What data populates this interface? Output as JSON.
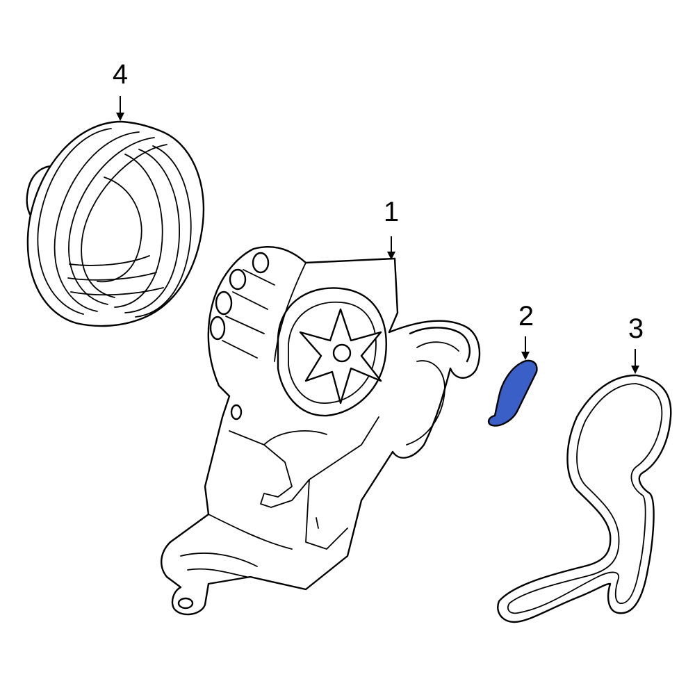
{
  "callouts": [
    {
      "id": "1",
      "label": "1"
    },
    {
      "id": "2",
      "label": "2"
    },
    {
      "id": "3",
      "label": "3"
    },
    {
      "id": "4",
      "label": "4"
    }
  ],
  "colors": {
    "highlight": "#3a5fc7",
    "line": "#000000",
    "background": "#ffffff"
  }
}
